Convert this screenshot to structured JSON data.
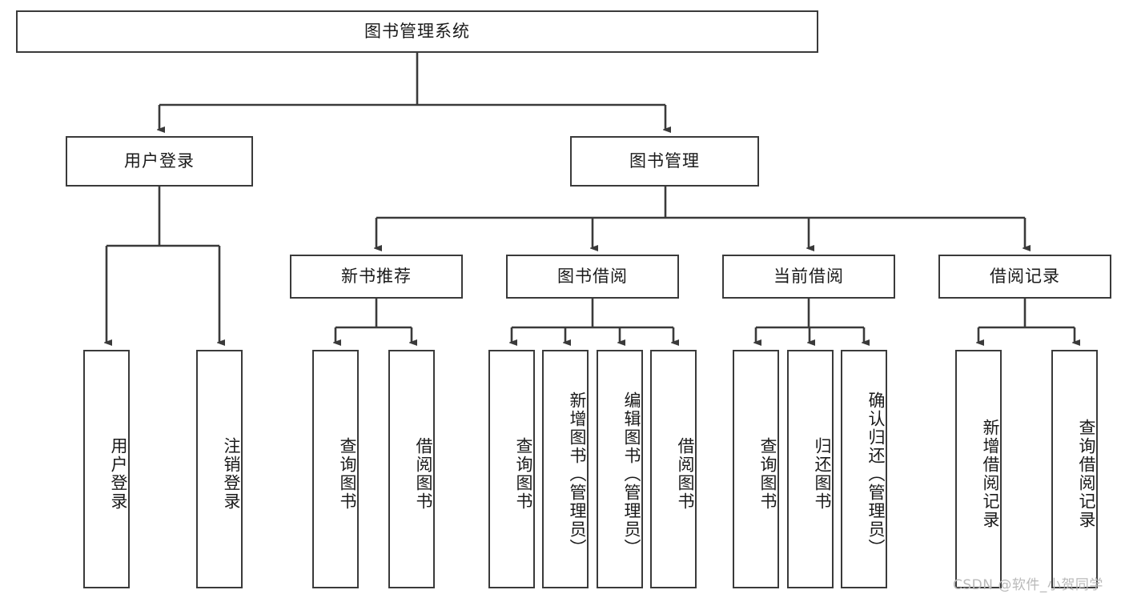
{
  "diagram": {
    "title": "图书管理系统",
    "watermark": "CSDN @软件_小贺同学",
    "colors": {
      "border": "#3a3a3a",
      "background": "#ffffff",
      "text": "#1a1a1a",
      "watermark": "#b9b9b9"
    },
    "nodes": {
      "root": {
        "label": "图书管理系统",
        "orientation": "horizontal"
      },
      "level1": [
        {
          "label": "用户登录",
          "orientation": "horizontal"
        },
        {
          "label": "图书管理",
          "orientation": "horizontal"
        }
      ],
      "level2": [
        {
          "label": "新书推荐",
          "orientation": "horizontal"
        },
        {
          "label": "图书借阅",
          "orientation": "horizontal"
        },
        {
          "label": "当前借阅",
          "orientation": "horizontal"
        },
        {
          "label": "借阅记录",
          "orientation": "horizontal"
        }
      ],
      "leaves_user_login": [
        {
          "label": "用户登录",
          "orientation": "vertical"
        },
        {
          "label": "注销登录",
          "orientation": "vertical"
        }
      ],
      "leaves_new_book": [
        {
          "label": "查询图书",
          "orientation": "vertical"
        },
        {
          "label": "借阅图书",
          "orientation": "vertical"
        }
      ],
      "leaves_borrow": [
        {
          "label": "查询图书",
          "orientation": "vertical"
        },
        {
          "label": "新增图书（管理员）",
          "orientation": "vertical"
        },
        {
          "label": "编辑图书（管理员）",
          "orientation": "vertical"
        },
        {
          "label": "借阅图书",
          "orientation": "vertical"
        }
      ],
      "leaves_current": [
        {
          "label": "查询图书",
          "orientation": "vertical"
        },
        {
          "label": "归还图书",
          "orientation": "vertical"
        },
        {
          "label": "确认归还（管理员）",
          "orientation": "vertical"
        }
      ],
      "leaves_records": [
        {
          "label": "新增借阅记录",
          "orientation": "vertical"
        },
        {
          "label": "查询借阅记录",
          "orientation": "vertical"
        }
      ]
    }
  }
}
